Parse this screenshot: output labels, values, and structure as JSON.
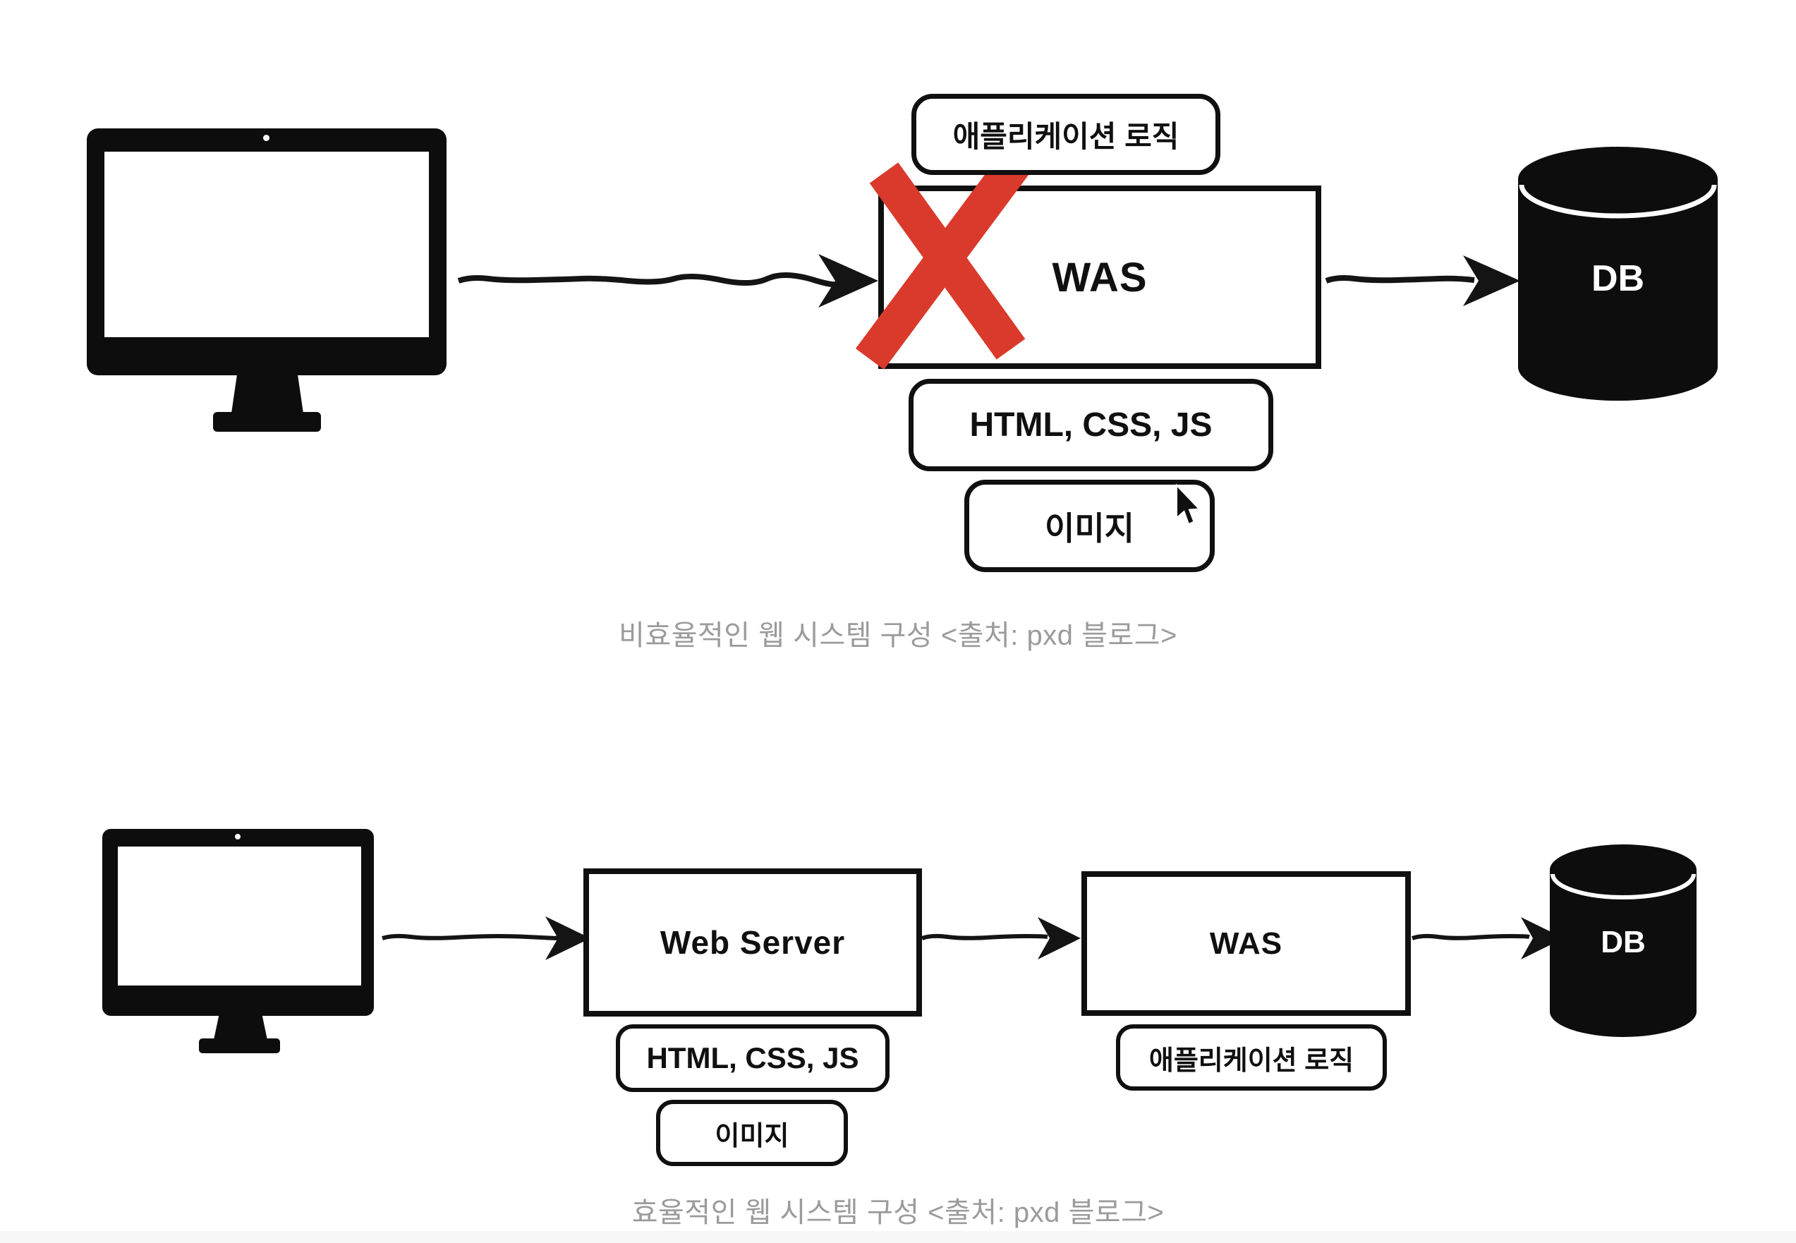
{
  "colors": {
    "ink": "#101010",
    "red_x": "#d93a2b",
    "caption_gray": "#9b9b9b",
    "background": "#ffffff",
    "footer_strip": "#f7f7f7"
  },
  "top_diagram": {
    "client_icon": "desktop-monitor",
    "was_box_label": "WAS",
    "app_logic_label": "애플리케이션 로직",
    "assets_label": "HTML, CSS, JS",
    "image_label": "이미지",
    "db_label": "DB",
    "crossed_out": true,
    "caption": "비효율적인 웹 시스템 구성 <출처: pxd 블로그>"
  },
  "bottom_diagram": {
    "client_icon": "desktop-monitor",
    "web_server_label": "Web Server",
    "was_box_label": "WAS",
    "app_logic_label": "애플리케이션 로직",
    "assets_label": "HTML, CSS, JS",
    "image_label": "이미지",
    "db_label": "DB",
    "caption": "효율적인 웹 시스템 구성 <출처: pxd 블로그>"
  }
}
